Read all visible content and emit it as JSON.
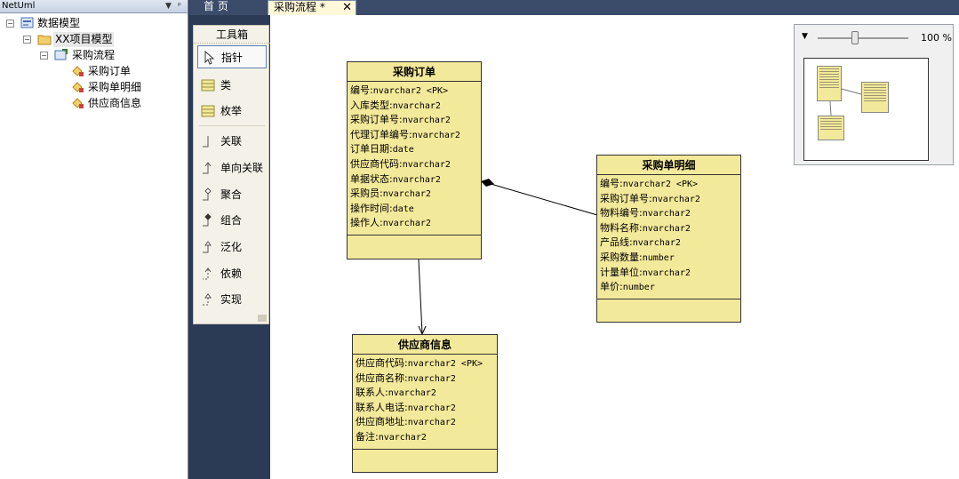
{
  "tree": {
    "panel_title": "NetUml",
    "items": [
      {
        "label": "数据模型",
        "level": 0,
        "expander": "−"
      },
      {
        "label": "XX项目模型",
        "level": 1,
        "expander": "−"
      },
      {
        "label": "采购流程",
        "level": 2,
        "expander": "−"
      },
      {
        "label": "采购订单",
        "level": 3
      },
      {
        "label": "采购单明细",
        "level": 3
      },
      {
        "label": "供应商信息",
        "level": 3
      }
    ]
  },
  "tabs": {
    "home": "首 页",
    "flow": "采购流程 *",
    "close": "✕"
  },
  "toolbox": {
    "title": "工具箱",
    "items": [
      {
        "label": "指针",
        "icon": "pointer-icon"
      },
      {
        "label": "类",
        "icon": "class-icon"
      },
      {
        "label": "枚举",
        "icon": "enum-icon"
      },
      {
        "label": "关联",
        "icon": "association-icon"
      },
      {
        "label": "单向关联",
        "icon": "directed-association-icon"
      },
      {
        "label": "聚合",
        "icon": "aggregation-icon"
      },
      {
        "label": "组合",
        "icon": "composition-icon"
      },
      {
        "label": "泛化",
        "icon": "generalization-icon"
      },
      {
        "label": "依赖",
        "icon": "dependency-icon"
      },
      {
        "label": "实现",
        "icon": "realization-icon"
      }
    ]
  },
  "classes": {
    "order": {
      "title": "采购订单",
      "attrs": [
        [
          "编号",
          "nvarchar2 <PK>"
        ],
        [
          "入库类型",
          "nvarchar2"
        ],
        [
          "采购订单号",
          "nvarchar2"
        ],
        [
          "代理订单编号",
          "nvarchar2"
        ],
        [
          "订单日期",
          "date"
        ],
        [
          "供应商代码",
          "nvarchar2"
        ],
        [
          "单据状态",
          "nvarchar2"
        ],
        [
          "采购员",
          "nvarchar2"
        ],
        [
          "操作时间",
          "date"
        ],
        [
          "操作人",
          "nvarchar2"
        ]
      ]
    },
    "detail": {
      "title": "采购单明细",
      "attrs": [
        [
          "编号",
          "nvarchar2 <PK>"
        ],
        [
          "采购订单号",
          "nvarchar2"
        ],
        [
          "物料编号",
          "nvarchar2"
        ],
        [
          "物料名称",
          "nvarchar2"
        ],
        [
          "产品线",
          "nvarchar2"
        ],
        [
          "采购数量",
          "number"
        ],
        [
          "计量单位",
          "nvarchar2"
        ],
        [
          "单价",
          "number"
        ]
      ]
    },
    "supplier": {
      "title": "供应商信息",
      "attrs": [
        [
          "供应商代码",
          "nvarchar2 <PK>"
        ],
        [
          "供应商名称",
          "nvarchar2"
        ],
        [
          "联系人",
          "nvarchar2"
        ],
        [
          "联系人电话",
          "nvarchar2"
        ],
        [
          "供应商地址",
          "nvarchar2"
        ],
        [
          "备注",
          "nvarchar2"
        ]
      ]
    }
  },
  "overview": {
    "dropdown": "▼",
    "zoom": "100 %",
    "zoom_level": 100
  },
  "colors": {
    "class_fill": "#f3e99a",
    "tab_active": "#fff8d8"
  }
}
